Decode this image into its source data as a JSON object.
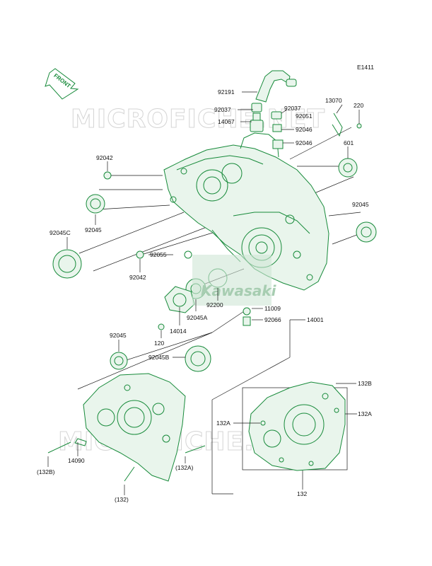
{
  "diagram_code": "E1411",
  "front_label": "FRONT",
  "watermark_text": "MICROFICHE.NET",
  "brand_logo_text": "Kawasaki",
  "colors": {
    "part_line": "#178a3a",
    "part_fill": "#e9f5ec",
    "leader": "#1a1a1a",
    "watermark": "#d4d4d4"
  },
  "labels": {
    "p92191": "92191",
    "p92037a": "92037",
    "p92037b": "92037",
    "p92051": "92051",
    "p14067": "14067",
    "p92046a": "92046",
    "p92046b": "92046",
    "p13070": "13070",
    "p220": "220",
    "p601": "601",
    "p92042a": "92042",
    "p92045a": "92045",
    "p92045b": "92045",
    "p92045c": "92045C",
    "p92055": "92055",
    "p92042b": "92042",
    "p92200": "92200",
    "p11009": "11009",
    "p92045d": "92045A",
    "p92066": "92066",
    "p14014": "14014",
    "p14001": "14001",
    "p120": "120",
    "p92045e": "92045",
    "p92045f": "92045B",
    "p132b": "132B",
    "p132a1": "132A",
    "p132a2": "132A",
    "p132": "132",
    "p14090": "14090",
    "p132b_par": "(132B)",
    "p132a_par": "(132A)",
    "p132_par": "(132)"
  }
}
